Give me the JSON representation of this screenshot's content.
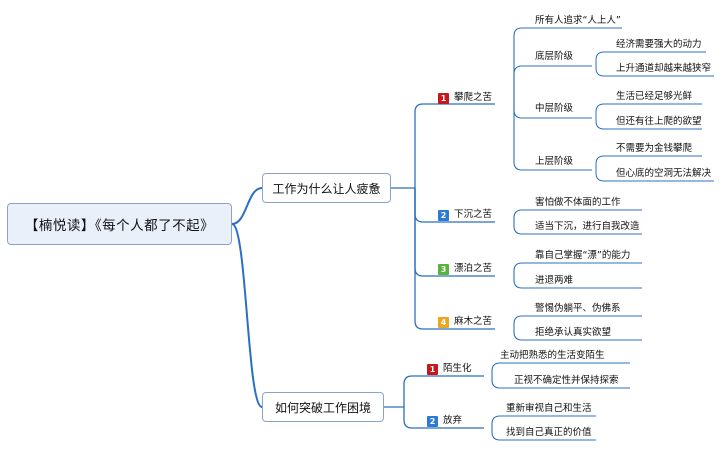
{
  "root": {
    "title": "【楠悦读】《每个人都了不起》"
  },
  "branch_a": {
    "title": "工作为什么让人疲惫",
    "items": [
      {
        "badge": "1",
        "badge_color": "#c8161d",
        "label": "攀爬之苦",
        "children": [
          {
            "label": "所有人追求“人上人”"
          },
          {
            "label": "底层阶级",
            "children": [
              "经济需要强大的动力",
              "上升通道却越来越狭窄"
            ]
          },
          {
            "label": "中层阶级",
            "children": [
              "生活已经足够光鲜",
              "但还有往上爬的欲望"
            ]
          },
          {
            "label": "上层阶级",
            "children": [
              "不需要为金钱攀爬",
              "但心底的空洞无法解决"
            ]
          }
        ]
      },
      {
        "badge": "2",
        "badge_color": "#2b7bd6",
        "label": "下沉之苦",
        "children": [
          "害怕做不体面的工作",
          "适当下沉，进行自我改造"
        ]
      },
      {
        "badge": "3",
        "badge_color": "#58b33a",
        "label": "漂泊之苦",
        "children": [
          "靠自己掌握“漂”的能力",
          "进退两难"
        ]
      },
      {
        "badge": "4",
        "badge_color": "#f0a51e",
        "label": "麻木之苦",
        "children": [
          "警惕伪躺平、伪佛系",
          "拒绝承认真实欲望"
        ]
      }
    ]
  },
  "branch_b": {
    "title": "如何突破工作困境",
    "items": [
      {
        "badge": "1",
        "badge_color": "#c8161d",
        "label": "陌生化",
        "children": [
          "主动把熟悉的生活变陌生",
          "正视不确定性并保持探索"
        ]
      },
      {
        "badge": "2",
        "badge_color": "#2b7bd6",
        "label": "放弃",
        "children": [
          "重新审视自己和生活",
          "找到自己真正的价值"
        ]
      }
    ]
  },
  "line_color": "#2c6fbf"
}
